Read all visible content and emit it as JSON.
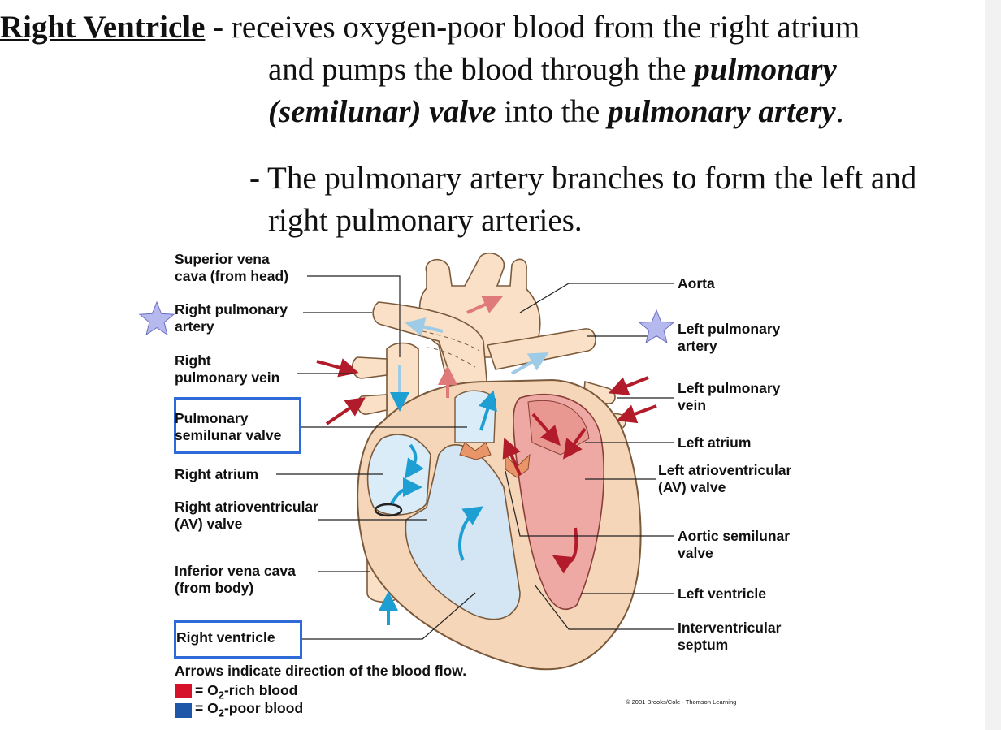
{
  "heading": {
    "term": "Right Ventricle",
    "dash": " - ",
    "text_line1": "receives oxygen-poor blood from the right atrium",
    "line2_prefix": "and pumps the blood through the ",
    "line2_bold": "pulmonary",
    "line3_bold1": "(semilunar) valve",
    "line3_mid": " into the ",
    "line3_bold2": "pulmonary artery",
    "line3_end": "."
  },
  "bullet": {
    "line1": "- The pulmonary artery branches to form the left and",
    "line2": "right pulmonary arteries."
  },
  "labels_left": {
    "superior_vena_cava_1": "Superior vena",
    "superior_vena_cava_2": "cava (from head)",
    "right_pulmonary_artery_1": "Right pulmonary",
    "right_pulmonary_artery_2": "artery",
    "right_pulmonary_vein_1": "Right",
    "right_pulmonary_vein_2": "pulmonary vein",
    "pulmonary_valve_1": "Pulmonary",
    "pulmonary_valve_2": "semilunar valve",
    "right_atrium": "Right atrium",
    "right_av_valve_1": "Right atrioventricular",
    "right_av_valve_2": "(AV) valve",
    "inferior_vena_cava_1": "Inferior vena cava",
    "inferior_vena_cava_2": "(from body)",
    "right_ventricle": "Right ventricle"
  },
  "labels_right": {
    "aorta": "Aorta",
    "left_pulmonary_artery_1": "Left pulmonary",
    "left_pulmonary_artery_2": "artery",
    "left_pulmonary_vein_1": "Left pulmonary",
    "left_pulmonary_vein_2": "vein",
    "left_atrium": "Left atrium",
    "left_av_valve_1": "Left atrioventricular",
    "left_av_valve_2": "(AV) valve",
    "aortic_valve_1": "Aortic semilunar",
    "aortic_valve_2": "valve",
    "left_ventricle": "Left ventricle",
    "septum_1": "Interventricular",
    "septum_2": "septum"
  },
  "legend": {
    "caption": "Arrows indicate direction of the blood flow.",
    "rich_prefix": "= O",
    "rich_sub": "2",
    "rich_suffix": "-rich blood",
    "poor_prefix": "= O",
    "poor_sub": "2",
    "poor_suffix": "-poor blood",
    "rich_color": "#d6122a",
    "poor_color": "#1f57a8"
  },
  "copyright": "© 2001 Brooks/Cole - Thomson Learning",
  "colors": {
    "highlight_box": "#2f6bd8",
    "star_fill": "#b6b9ee",
    "oxygen_rich_arrow": "#b21b2a",
    "oxygen_poor_arrow": "#1e9fd4"
  }
}
